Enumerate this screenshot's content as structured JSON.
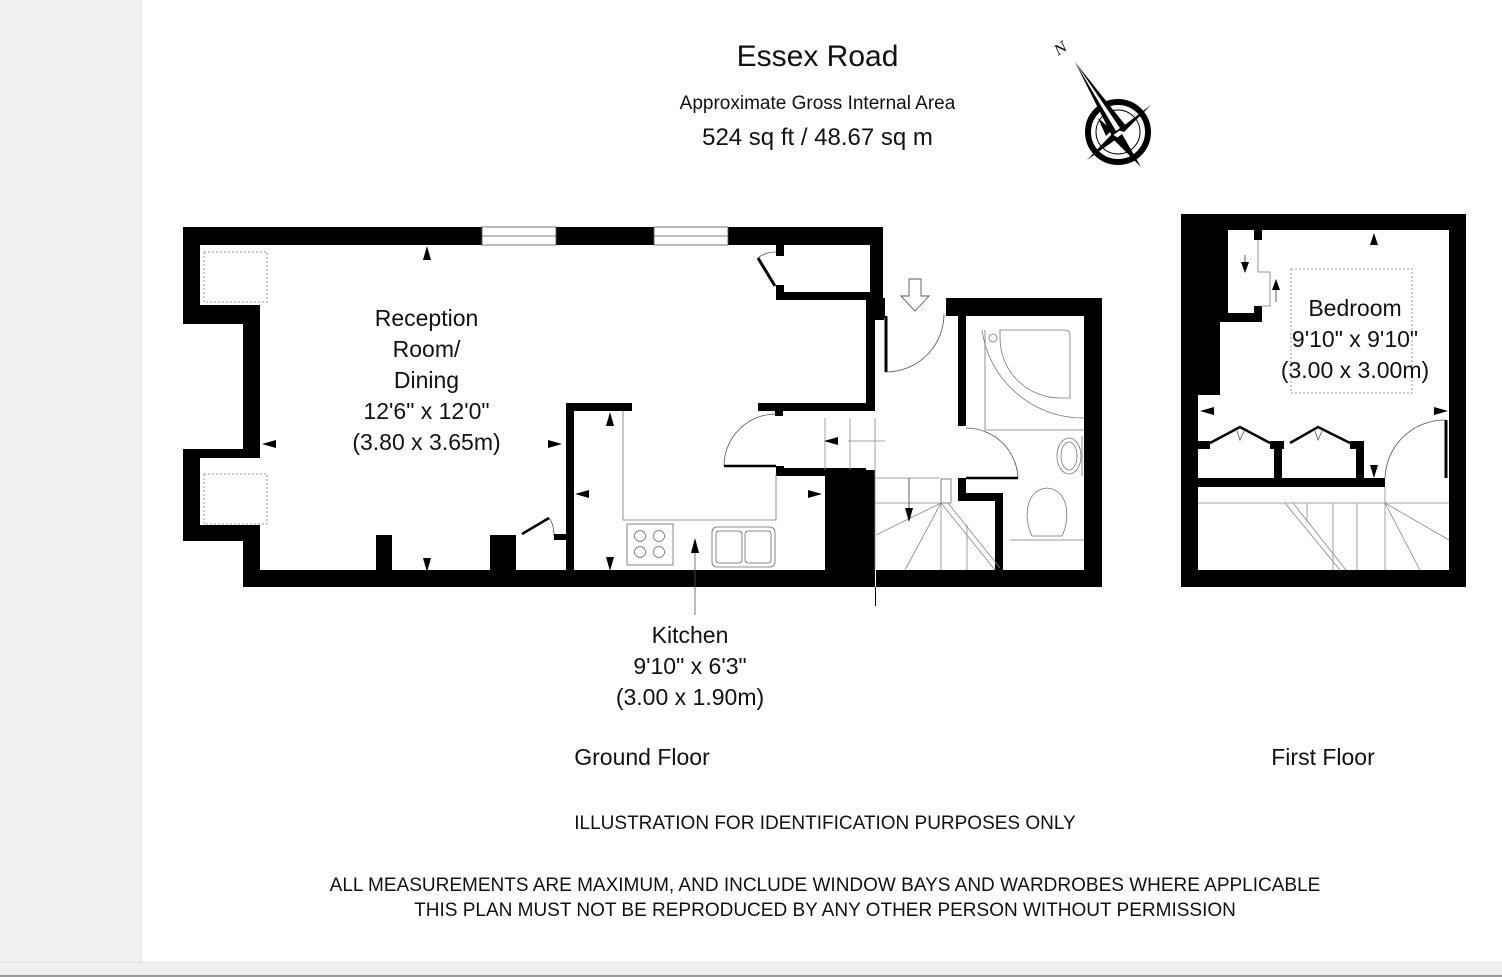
{
  "header": {
    "title": "Essex Road",
    "subtitle": "Approximate Gross Internal Area",
    "area": "524 sq ft  /  48.67 sq m"
  },
  "compass": {
    "icon": "north-compass-icon",
    "label": "N"
  },
  "ground_floor": {
    "label": "Ground Floor",
    "rooms": [
      {
        "name_line1": "Reception",
        "name_line2": "Room/",
        "name_line3": "Dining",
        "imperial": "12'6\" x 12'0\"",
        "metric": "(3.80 x 3.65m)"
      },
      {
        "name": "Kitchen",
        "imperial": "9'10\" x 6'3\"",
        "metric": "(3.00 x 1.90m)"
      }
    ],
    "entrance_icon": "entrance-arrow-icon"
  },
  "first_floor": {
    "label": "First Floor",
    "rooms": [
      {
        "name": "Bedroom",
        "imperial": "9'10\" x 9'10\"",
        "metric": "(3.00 x 3.00m)"
      }
    ]
  },
  "footer": {
    "notice": "ILLUSTRATION FOR IDENTIFICATION PURPOSES ONLY",
    "line1": "ALL MEASUREMENTS ARE MAXIMUM, AND INCLUDE WINDOW BAYS AND WARDROBES WHERE APPLICABLE",
    "line2": "THIS PLAN MUST NOT BE REPRODUCED BY ANY OTHER PERSON WITHOUT PERMISSION"
  },
  "colors": {
    "wall": "#000000",
    "background": "#ffffff",
    "viewer": "#f0f0f0",
    "fixture_line": "#555555"
  }
}
